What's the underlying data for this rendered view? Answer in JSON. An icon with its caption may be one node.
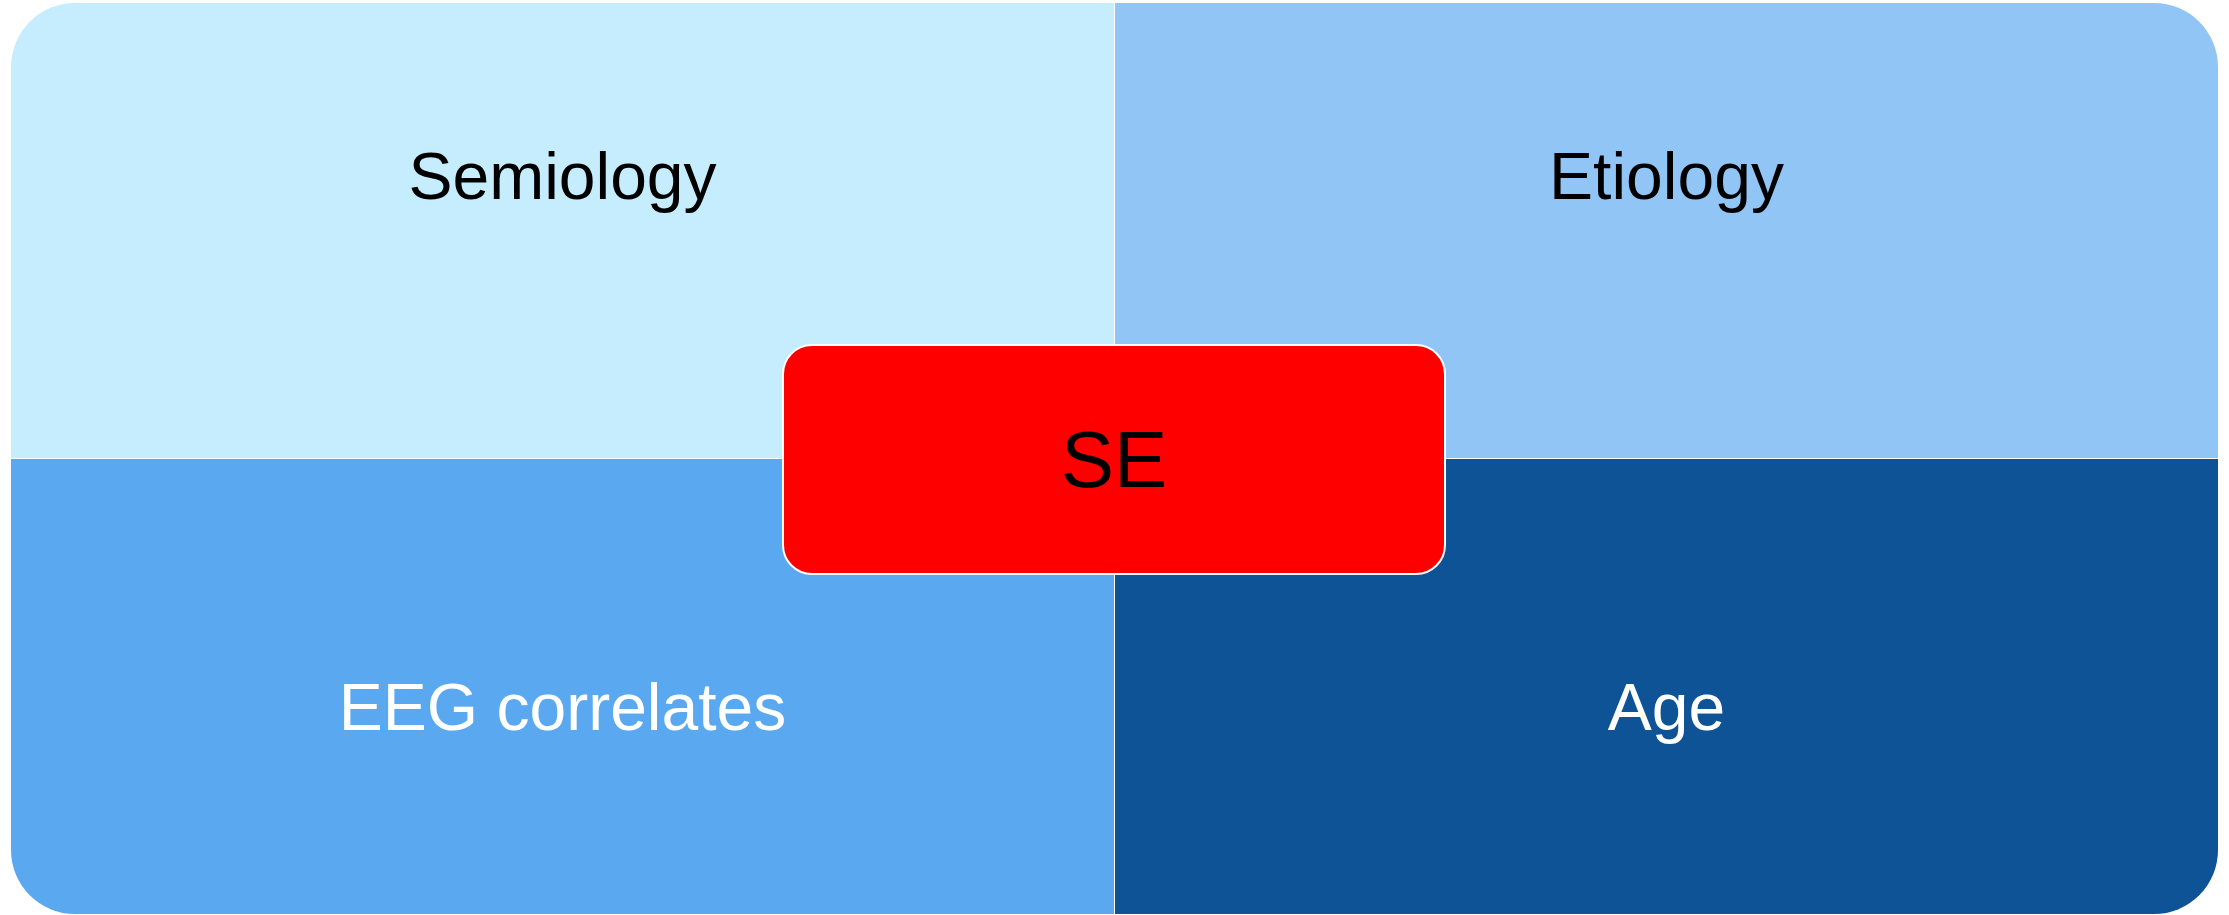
{
  "diagram": {
    "nodes": [
      {
        "text": [
          "Semiology"
        ]
      },
      {
        "text": [
          "Etiology"
        ]
      },
      {
        "text": [
          "EEG correlates"
        ]
      },
      {
        "text": [
          "Age"
        ]
      },
      {
        "text": [
          "SE"
        ]
      }
    ]
  }
}
